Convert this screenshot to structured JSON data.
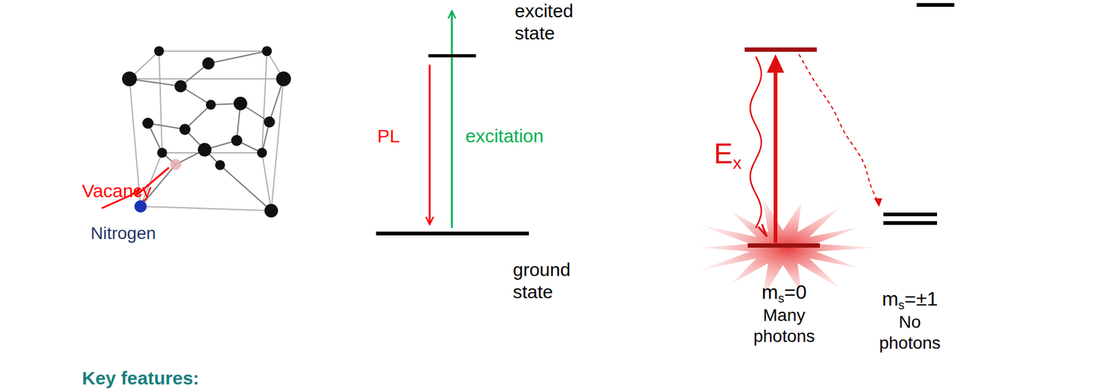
{
  "diagram": {
    "nodes": [
      {
        "text": [
          "excited state"
        ]
      },
      {
        "text": [
          "ground state"
        ]
      },
      {
        "text": [
          "ms=0",
          "Many photons"
        ]
      },
      {
        "text": [
          "ms=±1",
          "No photons"
        ]
      }
    ],
    "edges": [
      {
        "from": 0,
        "to": 1,
        "arrow": "to",
        "label": "PL"
      },
      {
        "from": 1,
        "to": 0,
        "arrow": "to",
        "label": "excitation"
      }
    ],
    "labels": [
      "Vacancy",
      "Nitrogen",
      "Key features:",
      "Ex"
    ]
  }
}
